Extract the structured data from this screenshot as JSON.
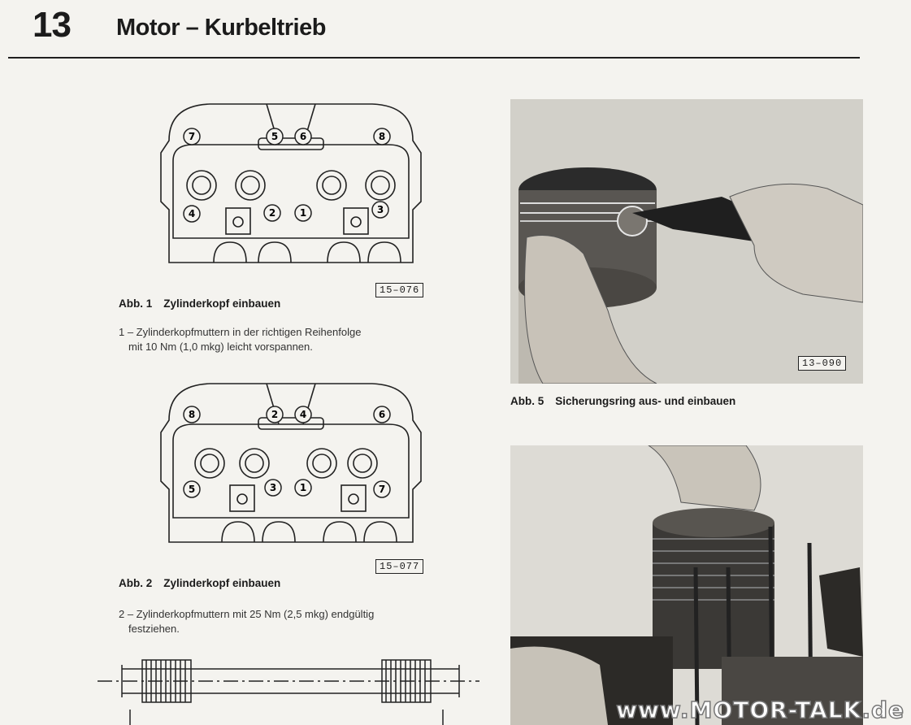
{
  "header": {
    "chapter_number": "13",
    "title": "Motor – Kurbeltrieb"
  },
  "figure1": {
    "label": "Abb. 1",
    "caption": "Zylinderkopf einbauen",
    "code": "15–076",
    "nut_numbers": [
      "7",
      "5",
      "6",
      "8",
      "4",
      "2",
      "1",
      "3"
    ]
  },
  "step1": {
    "line1": "1 – Zylinderkopfmuttern in der richtigen Reihenfolge",
    "line2": "mit 10 Nm (1,0 mkg) leicht vorspannen."
  },
  "figure2": {
    "label": "Abb. 2",
    "caption": "Zylinderkopf einbauen",
    "code": "15–077",
    "nut_numbers": [
      "8",
      "2",
      "4",
      "6",
      "5",
      "3",
      "1",
      "7"
    ]
  },
  "step2": {
    "line1": "2 – Zylinderkopfmuttern mit 25 Nm (2,5 mkg) endgültig",
    "line2": "festziehen."
  },
  "figure5": {
    "label": "Abb. 5",
    "caption": "Sicherungsring aus- und einbauen",
    "code": "13–090"
  },
  "watermark": "www.MOTOR-TALK.de"
}
